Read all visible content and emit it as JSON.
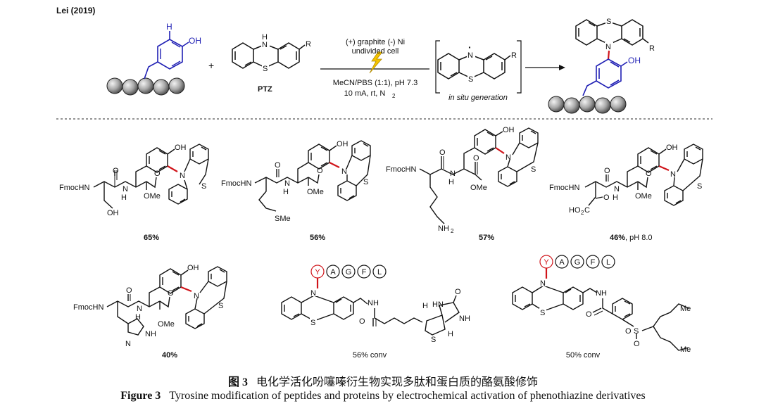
{
  "header": {
    "ref": "Lei (2019)"
  },
  "reaction": {
    "tyr_oh": "OH",
    "tyr_h": "H",
    "plus": "+",
    "ptz_nh": "H",
    "ptz_n": "N",
    "ptz_s": "S",
    "ptz_r": "R",
    "ptz_label": "PTZ",
    "cond_1": "(+) graphite (-) Ni",
    "cond_2": "undivided cell",
    "cond_3": "MeCN/PBS (1:1), pH 7.3",
    "cond_4": "10 mA, rt, N",
    "cond_4_sub": "2",
    "insitu": "in situ generation",
    "radical_dot": "·",
    "prod_s": "S",
    "prod_n": "N",
    "prod_r": "R",
    "prod_oh": "OH"
  },
  "products": [
    {
      "yield": "65%",
      "note": ""
    },
    {
      "yield": "56%",
      "note": ""
    },
    {
      "yield": "57%",
      "note": ""
    },
    {
      "yield": "46%",
      "note": ", pH 8.0"
    },
    {
      "yield": "40%",
      "note": ""
    },
    {
      "yield": "56% conv",
      "note": ""
    },
    {
      "yield": "50% conv",
      "note": ""
    }
  ],
  "labels": {
    "fmochn": "FmocHN",
    "oh": "OH",
    "o": "O",
    "ome": "OMe",
    "h": "H",
    "n": "N",
    "s": "S",
    "sme": "SMe",
    "nh2": "NH",
    "nh2_sub": "2",
    "ho2c": "HO",
    "ho2c_sub": "2",
    "ho2c_c": "C",
    "nh": "NH",
    "hn": "HN",
    "me": "Me"
  },
  "peptide": {
    "residues": [
      "Y",
      "A",
      "G",
      "F",
      "L"
    ]
  },
  "caption": {
    "cn_label": "图 3",
    "cn_text": "电化学活化吩噻嗪衍生物实现多肽和蛋白质的酪氨酸修饰",
    "en_label": "Figure 3",
    "en_text": "Tyrosine modification of peptides and proteins by electrochemical activation of phenothiazine derivatives"
  },
  "colors": {
    "highlight": "#d0141a",
    "tyrosine": "#1f1fb4",
    "sphere": "#8a8a8a",
    "bolt": "#f5c400"
  }
}
